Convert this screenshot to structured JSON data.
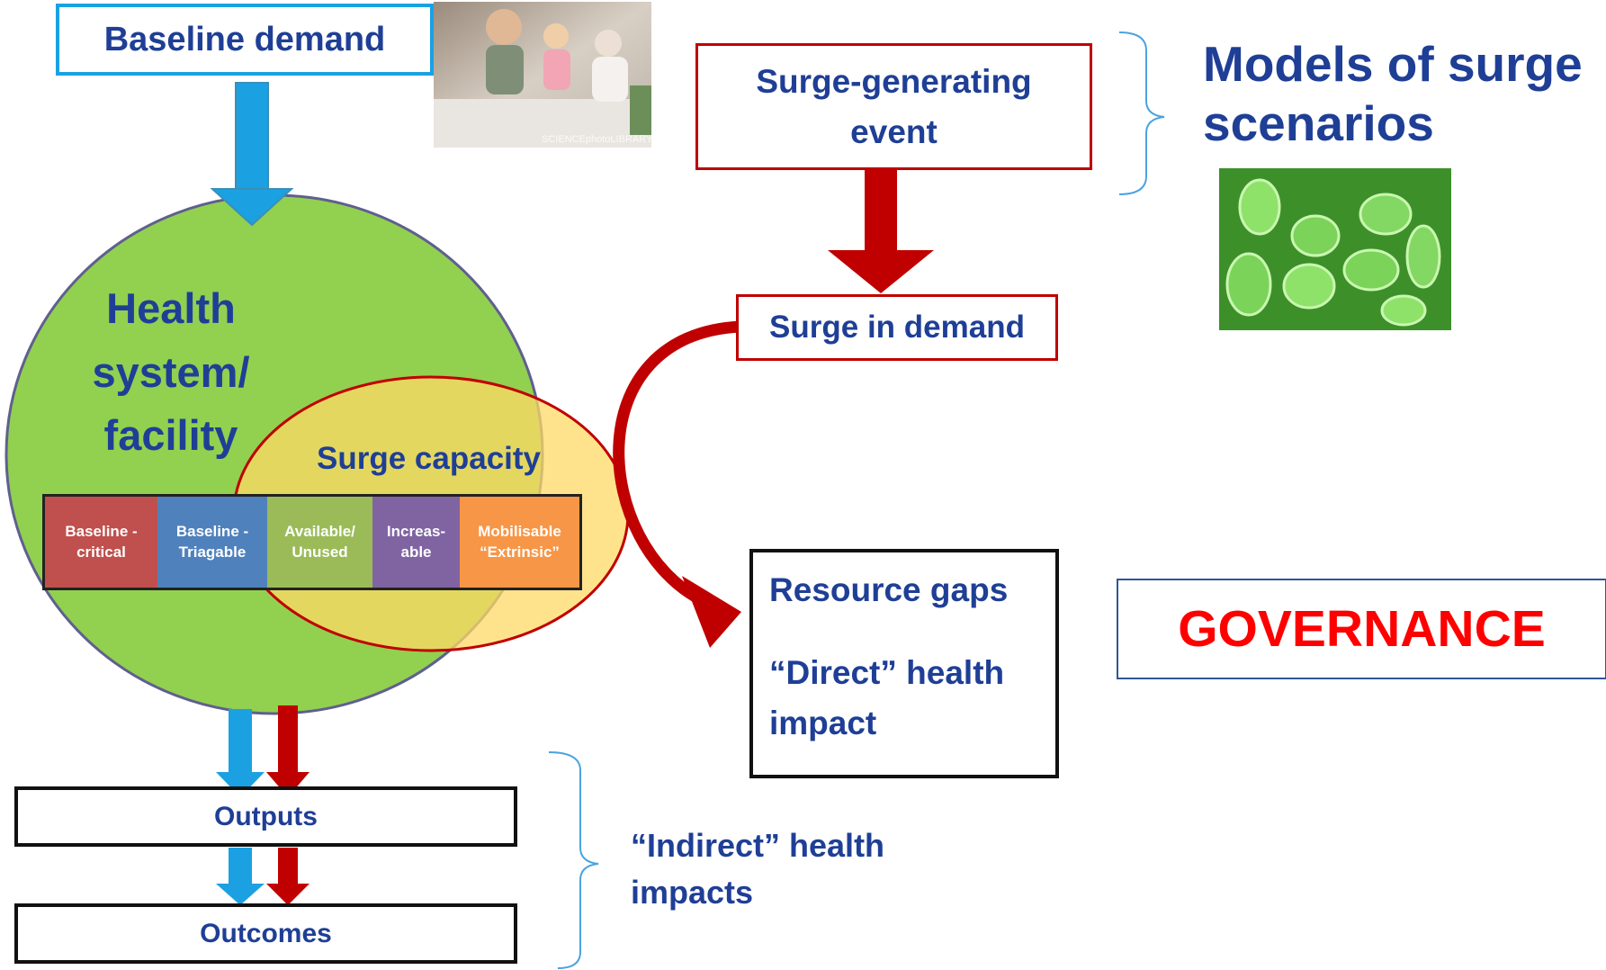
{
  "baseline_demand": "Baseline demand",
  "surge_event": "Surge-generating event",
  "surge_demand": "Surge in demand",
  "models_title": "Models of surge scenarios",
  "health_system": "Health system/ facility",
  "surge_capacity": "Surge capacity",
  "capacity_segments": [
    {
      "label": "Baseline - critical",
      "color": "#c0504d"
    },
    {
      "label": "Baseline - Triagable",
      "color": "#4f81bd"
    },
    {
      "label": "Available/ Unused",
      "color": "#9bbb59"
    },
    {
      "label": "Increas- able",
      "color": "#8064a2"
    },
    {
      "label": "Mobilisable “Extrinsic”",
      "color": "#f79646"
    }
  ],
  "resource_gaps": "Resource gaps",
  "direct_impact": "“Direct” health impact",
  "governance": "GOVERNANCE",
  "outputs": "Outputs",
  "outcomes": "Outcomes",
  "indirect_impacts": "“Indirect” health impacts",
  "photo_credit": "SCIENCEphotoLIBRARY",
  "colors": {
    "text_blue": "#1f3f96",
    "health_circle": "#92d050",
    "surge_ellipse": "#ffd966",
    "red": "#c00000",
    "arrow_blue": "#1ba1e2",
    "governance": "#ff0000"
  }
}
